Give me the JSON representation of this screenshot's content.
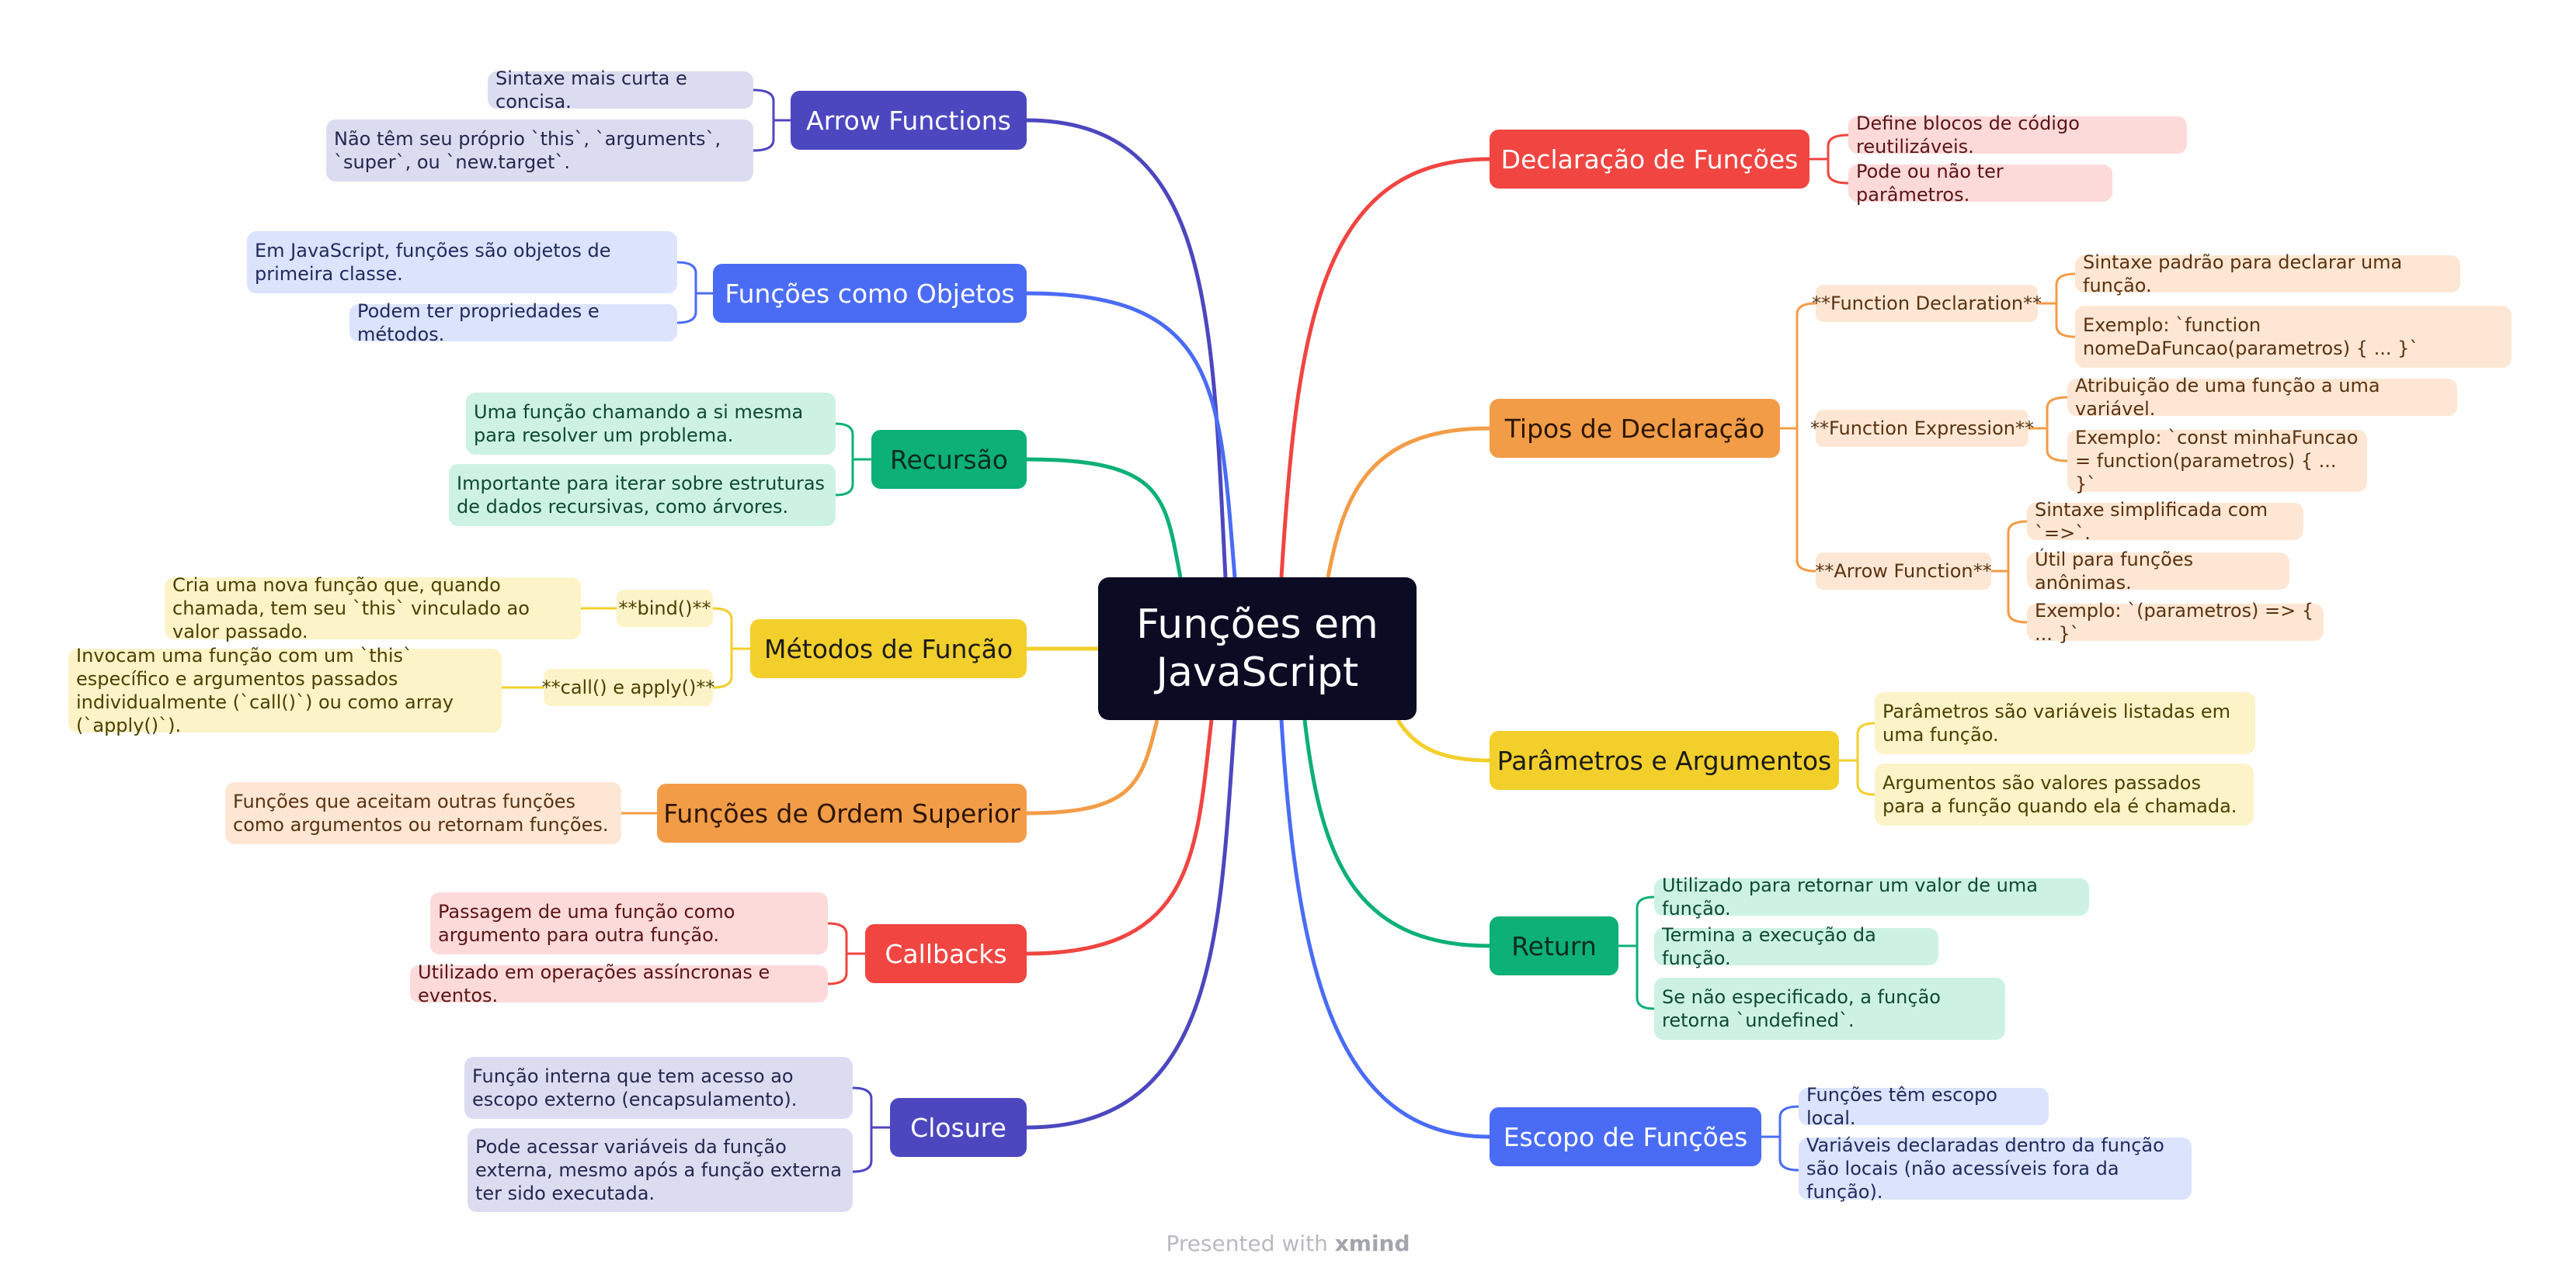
{
  "center": {
    "title": "Funções em\nJavaScript"
  },
  "colors": {
    "purple": "#4c47bf",
    "blue": "#4a6cf5",
    "green": "#0db076",
    "yellow": "#f3cf2b",
    "orange": "#f39c47",
    "red": "#f04541",
    "purple_bg": "#dcdcf1",
    "blue_bg": "#dbe3fd",
    "green_bg": "#cdf2e3",
    "yellow_bg": "#fdf3c8",
    "orange_bg": "#fde7d4",
    "red_bg": "#fddada"
  },
  "left": {
    "arrow_functions": {
      "label": "Arrow Functions",
      "notes": [
        "Sintaxe mais curta e concisa.",
        "Não têm seu próprio `this`, `arguments`, `super`, ou `new.target`."
      ]
    },
    "objetos": {
      "label": "Funções como Objetos",
      "notes": [
        "Em JavaScript, funções são objetos de primeira classe.",
        "Podem ter propriedades e métodos."
      ]
    },
    "recursao": {
      "label": "Recursão",
      "notes": [
        "Uma função chamando a si mesma para resolver um problema.",
        "Importante para iterar sobre estruturas de dados recursivas, como árvores."
      ]
    },
    "metodos": {
      "label": "Métodos de Função",
      "bind": {
        "label": "**bind()**",
        "note": "Cria uma nova função que, quando chamada, tem seu `this` vinculado ao valor passado."
      },
      "call": {
        "label": "**call() e apply()**",
        "note": "Invocam uma função com um `this` específico e argumentos passados individualmente (`call()`) ou como array (`apply()`)."
      }
    },
    "ordem_superior": {
      "label": "Funções de Ordem Superior",
      "notes": [
        "Funções que aceitam outras funções como argumentos ou retornam funções."
      ]
    },
    "callbacks": {
      "label": "Callbacks",
      "notes": [
        "Passagem de uma função como argumento para outra função.",
        "Utilizado em operações assíncronas e eventos."
      ]
    },
    "closure": {
      "label": "Closure",
      "notes": [
        "Função interna que tem acesso ao escopo externo (encapsulamento).",
        "Pode acessar variáveis da função externa, mesmo após a função externa ter sido executada."
      ]
    }
  },
  "right": {
    "declaracao": {
      "label": "Declaração de Funções",
      "notes": [
        "Define blocos de código reutilizáveis.",
        "Pode ou não ter parâmetros."
      ]
    },
    "tipos": {
      "label": "Tipos de Declaração",
      "function_declaration": {
        "label": "**Function Declaration**",
        "notes": [
          "Sintaxe padrão para declarar uma função.",
          "Exemplo: `function nomeDaFuncao(parametros) { ... }`"
        ]
      },
      "function_expression": {
        "label": "**Function Expression**",
        "notes": [
          "Atribuição de uma função a uma variável.",
          "Exemplo: `const minhaFuncao = function(parametros) { ... }`"
        ]
      },
      "arrow_function": {
        "label": "**Arrow Function**",
        "notes": [
          "Sintaxe simplificada com `=>`.",
          "Útil para funções anônimas.",
          "Exemplo: `(parametros) => { ... }`"
        ]
      }
    },
    "parametros": {
      "label": "Parâmetros e Argumentos",
      "notes": [
        "Parâmetros são variáveis listadas em uma função.",
        "Argumentos são valores passados para a função quando ela é chamada."
      ]
    },
    "return": {
      "label": "Return",
      "notes": [
        "Utilizado para retornar um valor de uma função.",
        "Termina a execução da função.",
        "Se não especificado, a função retorna `undefined`."
      ]
    },
    "escopo": {
      "label": "Escopo de Funções",
      "notes": [
        "Funções têm escopo local.",
        "Variáveis declaradas dentro da função são locais (não acessíveis fora da função)."
      ]
    }
  },
  "footer": {
    "prefix": "Presented with",
    "brand": "xmind"
  }
}
